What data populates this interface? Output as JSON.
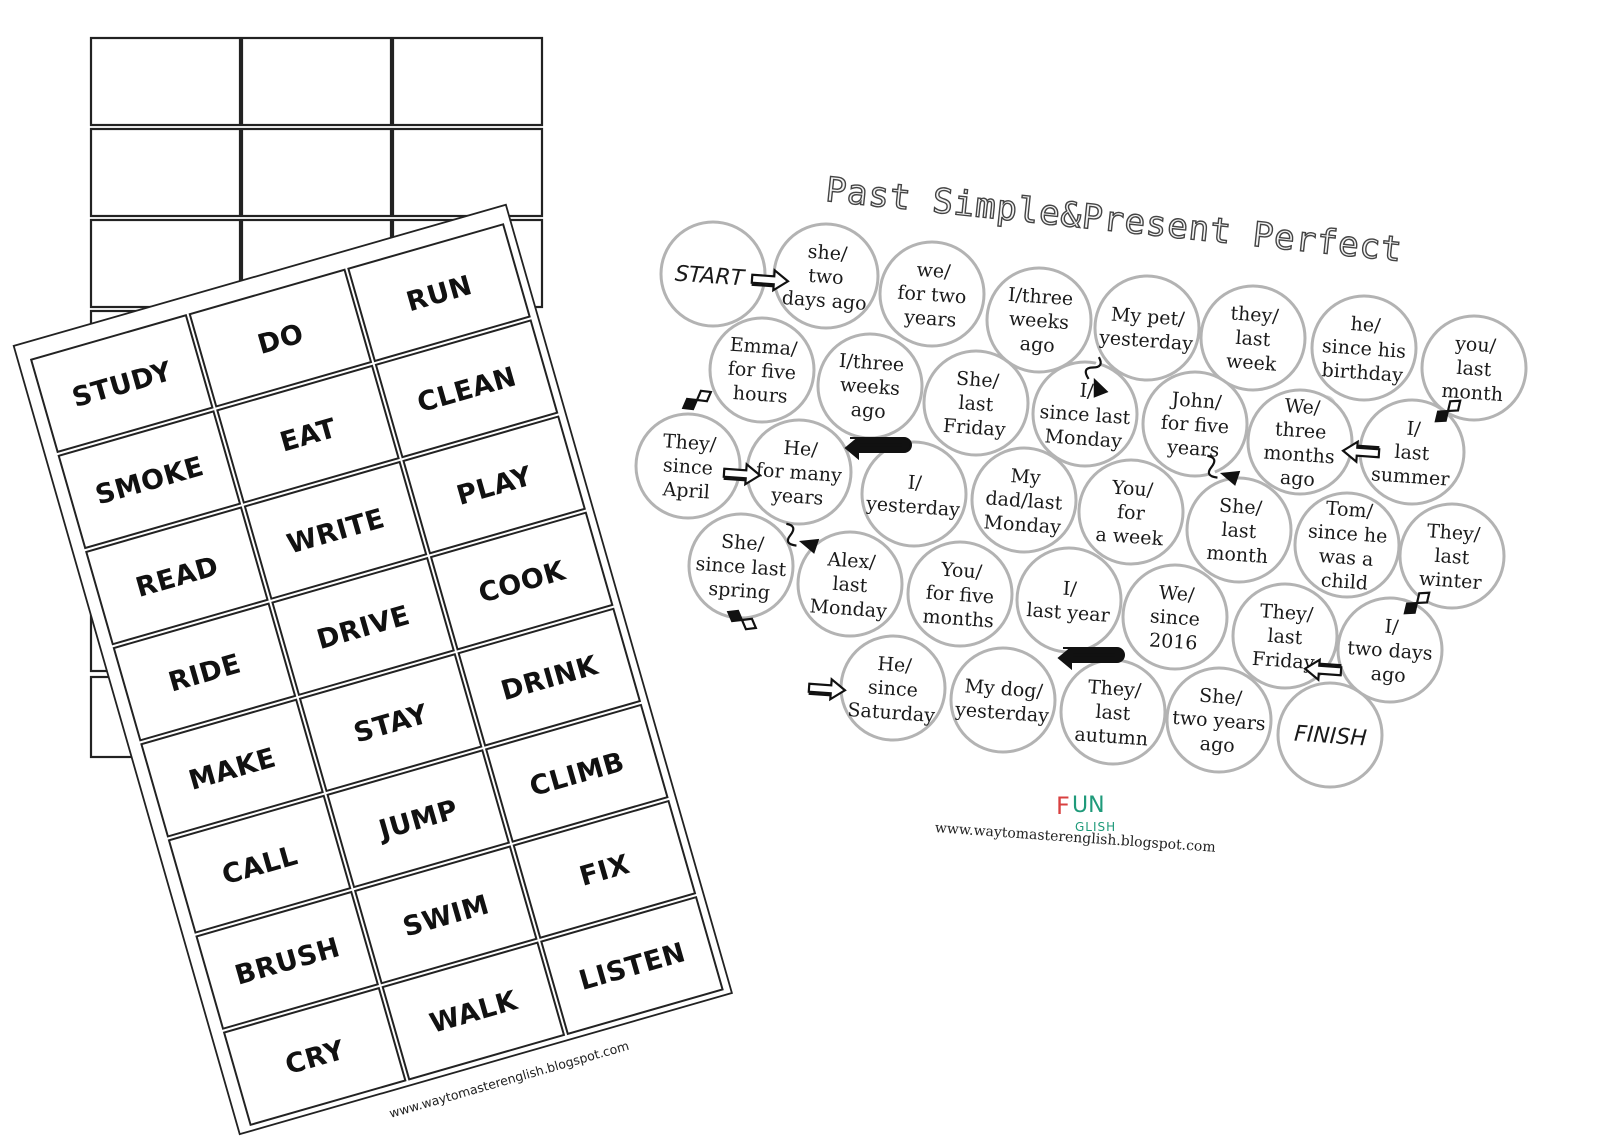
{
  "cards": {
    "words": [
      "STUDY",
      "DO",
      "RUN",
      "SMOKE",
      "EAT",
      "CLEAN",
      "READ",
      "WRITE",
      "PLAY",
      "RIDE",
      "DRIVE",
      "COOK",
      "MAKE",
      "STAY",
      "DRINK",
      "CALL",
      "JUMP",
      "CLIMB",
      "BRUSH",
      "SWIM",
      "FIX",
      "CRY",
      "WALK",
      "LISTEN"
    ],
    "footer_url": "www.waytomasterenglish.blogspot.com"
  },
  "board": {
    "title": "Past Simple&Present Perfect",
    "start_label": "START",
    "finish_label": "FINISH",
    "spaces": [
      [
        "she/",
        "two",
        "days ago"
      ],
      [
        "we/",
        "for two",
        "years"
      ],
      [
        "I/three",
        "weeks",
        "ago"
      ],
      [
        "My pet/",
        "yesterday"
      ],
      [
        "they/",
        "last",
        "week"
      ],
      [
        "he/",
        "since his",
        "birthday"
      ],
      [
        "you/",
        "last",
        "month"
      ],
      [
        "Emma/",
        "for five",
        "hours"
      ],
      [
        "I/three",
        "weeks",
        "ago"
      ],
      [
        "She/",
        "last",
        "Friday"
      ],
      [
        "I/",
        "since last",
        "Monday"
      ],
      [
        "John/",
        "for five",
        "years"
      ],
      [
        "We/",
        "three",
        "months",
        "ago"
      ],
      [
        "I/",
        "last",
        "summer"
      ],
      [
        "They/",
        "since",
        "April"
      ],
      [
        "He/",
        "for many",
        "years"
      ],
      [
        "I/",
        "yesterday"
      ],
      [
        "My",
        "dad/last",
        "Monday"
      ],
      [
        "You/",
        "for",
        "a week"
      ],
      [
        "She/",
        "last",
        "month"
      ],
      [
        "Tom/",
        "since he",
        "was a",
        "child"
      ],
      [
        "They/",
        "last",
        "winter"
      ],
      [
        "She/",
        "since last",
        "spring"
      ],
      [
        "Alex/",
        "last",
        "Monday"
      ],
      [
        "You/",
        "for five",
        "months"
      ],
      [
        "I/",
        "last year"
      ],
      [
        "We/",
        "since",
        "2016"
      ],
      [
        "They/",
        "last",
        "Friday"
      ],
      [
        "I/",
        "two days",
        "ago"
      ],
      [
        "He/",
        "since",
        "Saturday"
      ],
      [
        "My dog/",
        "yesterday"
      ],
      [
        "They/",
        "last",
        "autumn"
      ],
      [
        "She/",
        "two years",
        "ago"
      ]
    ],
    "logo": {
      "f": "F",
      "un": "UN",
      "glish": "GLISH"
    },
    "footer_url": "www.waytomasterenglish.blogspot.com"
  }
}
